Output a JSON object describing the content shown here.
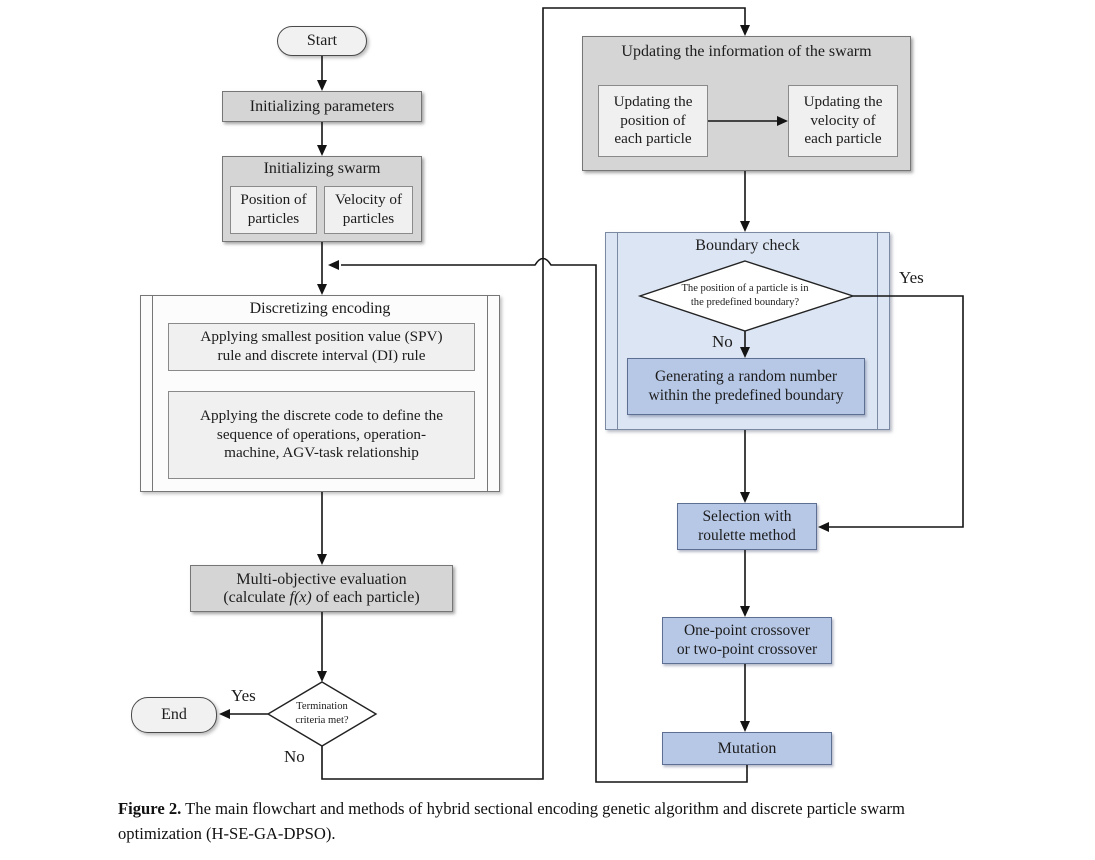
{
  "diagram": {
    "start": "Start",
    "end": "End",
    "init_params": "Initializing parameters",
    "init_swarm": {
      "title": "Initializing swarm",
      "position": [
        "Position of",
        "particles"
      ],
      "velocity": [
        "Velocity of",
        "particles"
      ]
    },
    "discretizing": {
      "title": "Discretizing encoding",
      "spv": [
        "Applying smallest position value (SPV)",
        "rule and discrete interval (DI) rule"
      ],
      "discrete_code": [
        "Applying the discrete code to define the",
        "sequence of operations, operation-",
        "machine, AGV-task relationship"
      ]
    },
    "multi_objective": {
      "line1": "Multi-objective evaluation",
      "pre": "(calculate ",
      "fx": "f(x)",
      "post": " of each particle)"
    },
    "termination": {
      "question": [
        "Termination",
        "criteria met?"
      ],
      "yes": "Yes",
      "no": "No"
    },
    "updating": {
      "title": "Updating the information of the swarm",
      "position": [
        "Updating the",
        "position of",
        "each particle"
      ],
      "velocity": [
        "Updating the",
        "velocity of",
        "each particle"
      ]
    },
    "boundary": {
      "title": "Boundary check",
      "question": [
        "The position of a particle is in",
        "the predefined boundary?"
      ],
      "yes": "Yes",
      "no": "No",
      "generating": [
        "Generating a random number",
        "within the predefined boundary"
      ]
    },
    "selection": [
      "Selection with",
      "roulette method"
    ],
    "crossover": [
      "One-point crossover",
      "or two-point crossover"
    ],
    "mutation": "Mutation"
  },
  "caption": {
    "label": "Figure 2.",
    "text": " The main flowchart and methods of hybrid sectional encoding genetic algorithm and discrete particle swarm optimization (H-SE-GA-DPSO)."
  },
  "colors": {
    "gray_fill": "#d5d5d5",
    "light_fill": "#f0f0f0",
    "blue_container_fill": "#dce5f3",
    "blue_box_fill": "#b7c8e7",
    "line": "#141414",
    "background": "#ffffff"
  }
}
